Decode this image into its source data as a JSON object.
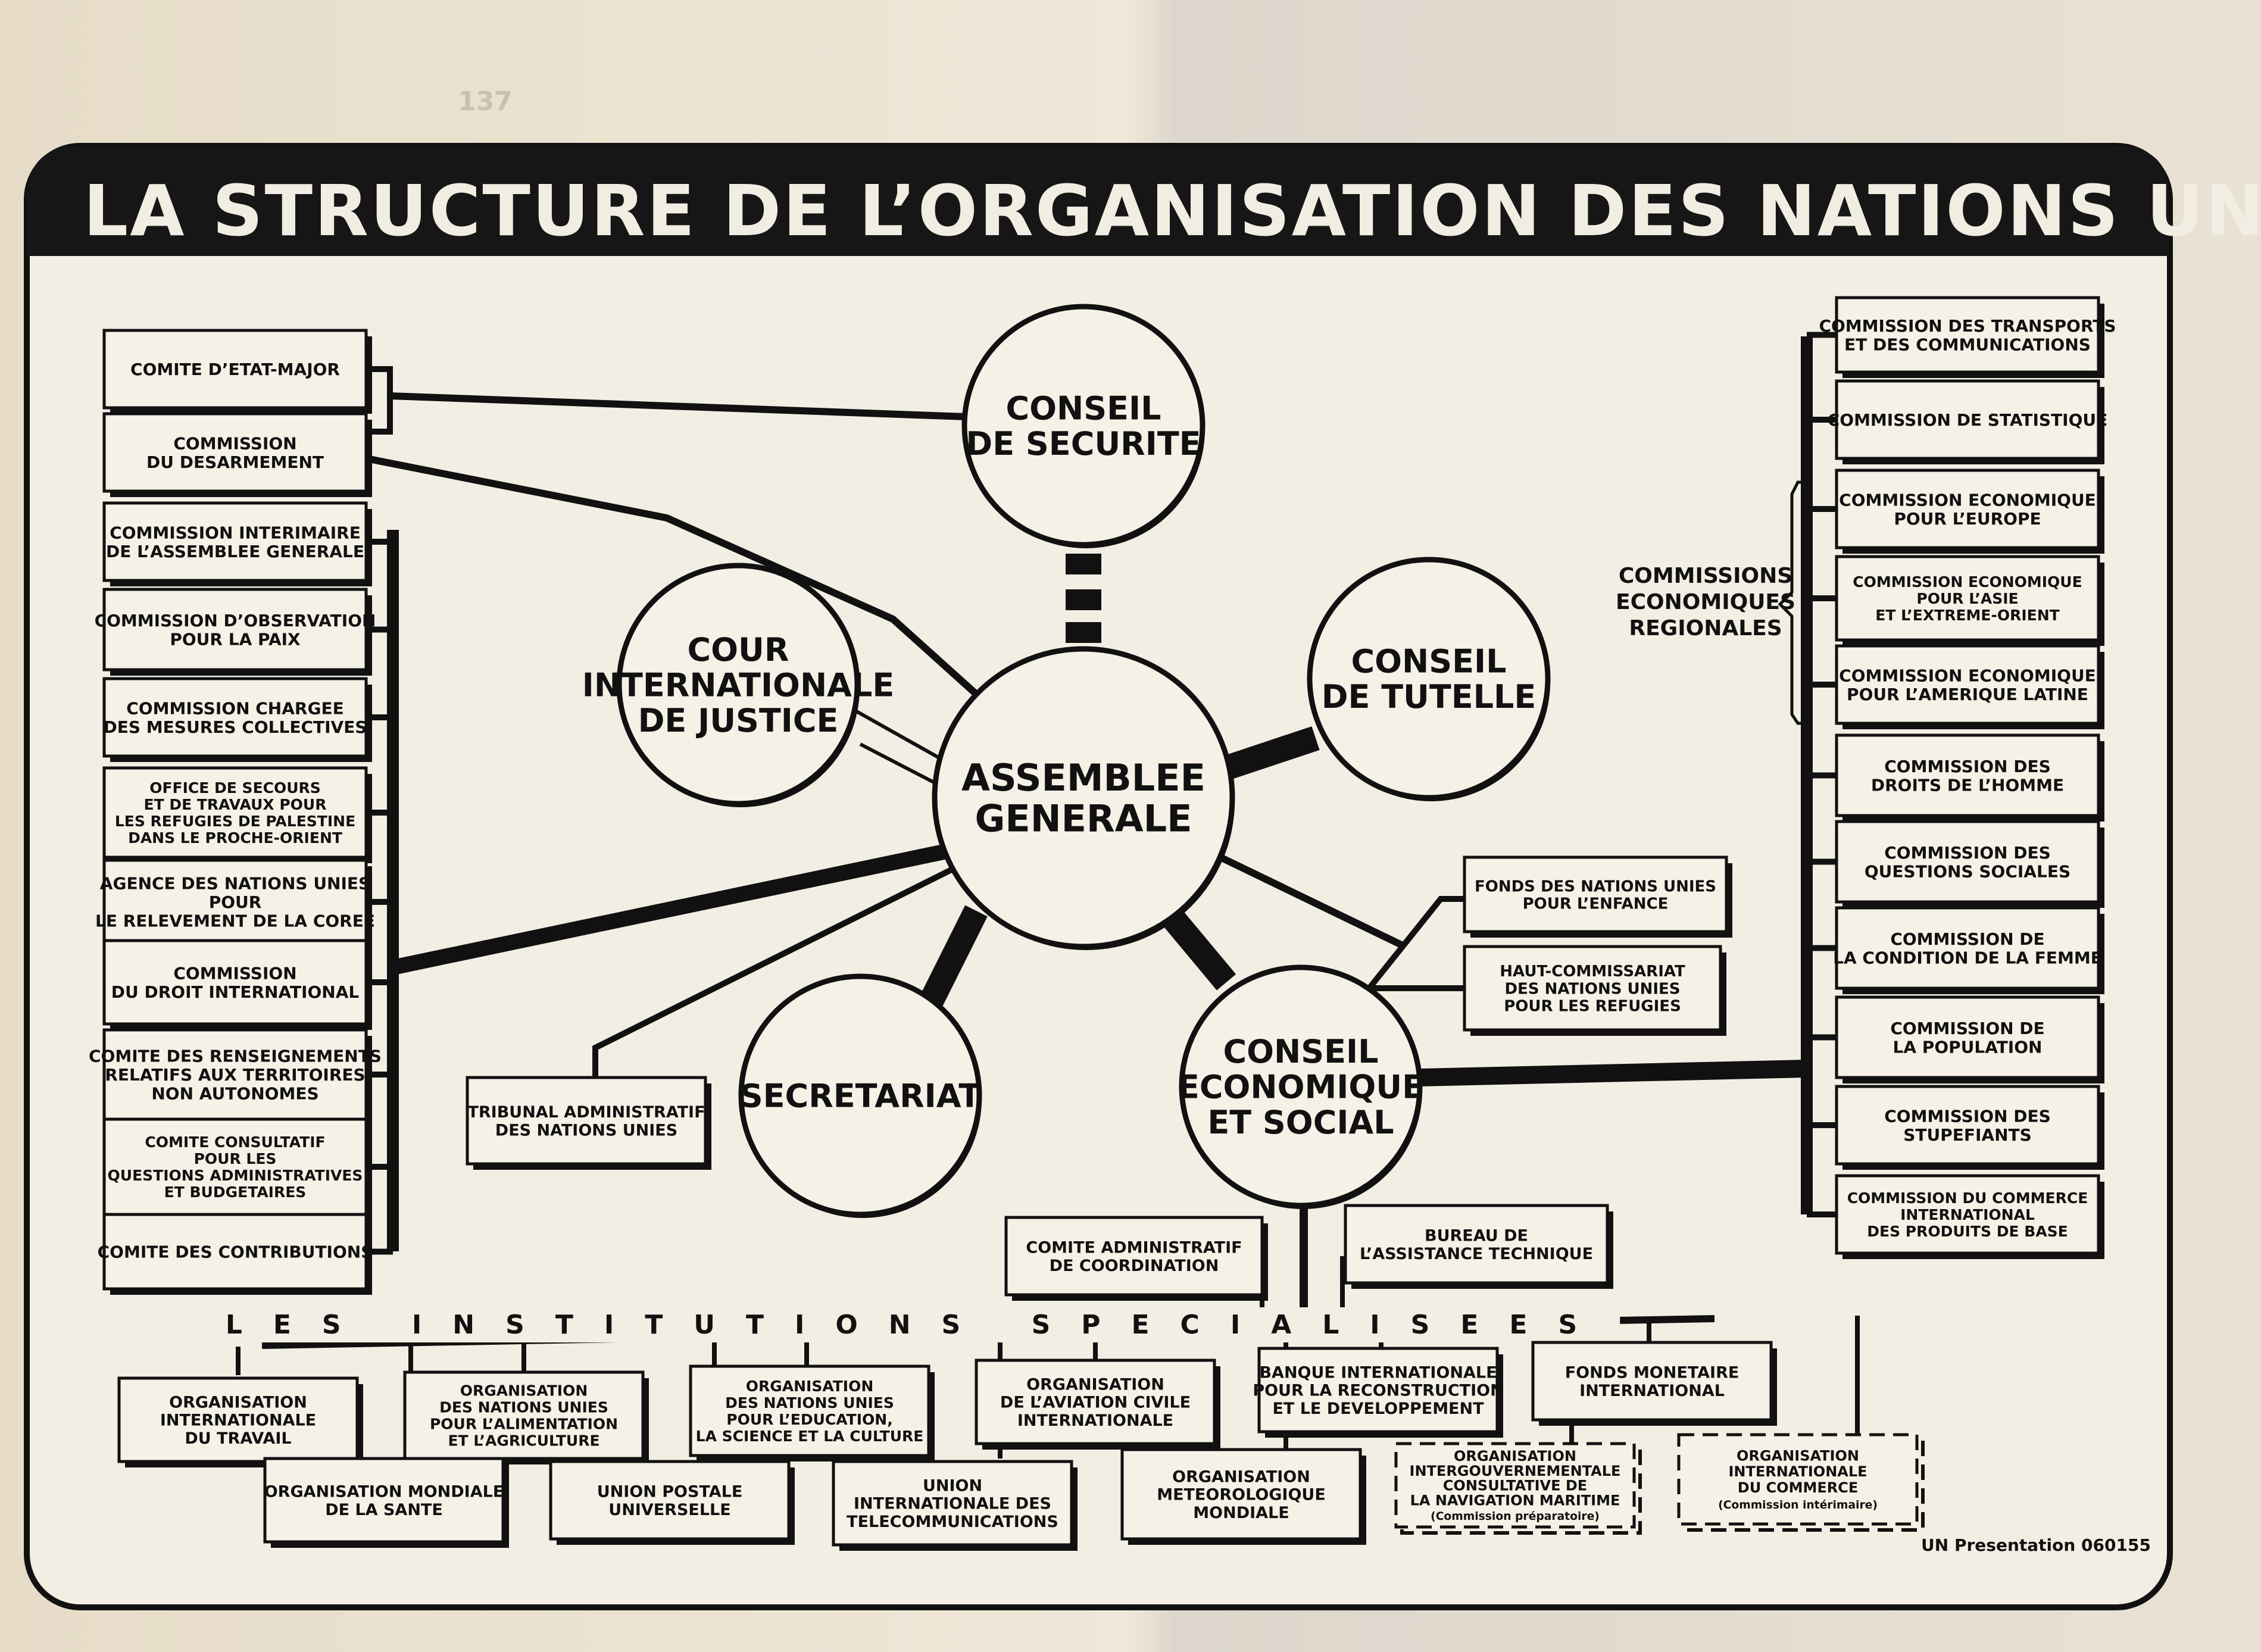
{
  "page_number": "137",
  "title": "LA STRUCTURE DE L’ORGANISATION DES NATIONS UNIES",
  "circles": {
    "assembly": [
      "ASSEMBLEE",
      "GENERALE"
    ],
    "security": [
      "CONSEIL",
      "DE SECURITE"
    ],
    "court": [
      "COUR",
      "INTERNATIONALE",
      "DE JUSTICE"
    ],
    "trusteeship": [
      "CONSEIL",
      "DE TUTELLE"
    ],
    "secretariat": [
      "SECRETARIAT"
    ],
    "ecosoc": [
      "CONSEIL",
      "ECONOMIQUE",
      "ET SOCIAL"
    ]
  },
  "left_boxes": [
    [
      "COMITE D’ETAT-MAJOR"
    ],
    [
      "COMMISSION",
      "DU DESARMEMENT"
    ],
    [
      "COMMISSION INTERIMAIRE",
      "DE L’ASSEMBLEE GENERALE"
    ],
    [
      "COMMISSION D’OBSERVATION",
      "POUR LA PAIX"
    ],
    [
      "COMMISSION CHARGEE",
      "DES MESURES COLLECTIVES"
    ],
    [
      "OFFICE DE SECOURS",
      "ET DE TRAVAUX POUR",
      "LES REFUGIES DE PALESTINE",
      "DANS LE PROCHE-ORIENT"
    ],
    [
      "AGENCE DES NATIONS UNIES",
      "POUR",
      "LE RELEVEMENT DE LA COREE"
    ],
    [
      "COMMISSION",
      "DU DROIT INTERNATIONAL"
    ],
    [
      "COMITE DES RENSEIGNEMENTS",
      "RELATIFS AUX TERRITOIRES",
      "NON AUTONOMES"
    ],
    [
      "COMITE CONSULTATIF",
      "POUR LES",
      "QUESTIONS ADMINISTRATIVES",
      "ET BUDGETAIRES"
    ],
    [
      "COMITE DES CONTRIBUTIONS"
    ]
  ],
  "right_boxes": [
    [
      "COMMISSION DES TRANSPORTS",
      "ET DES COMMUNICATIONS"
    ],
    [
      "COMMISSION DE STATISTIQUE"
    ],
    [
      "COMMISSION ECONOMIQUE",
      "POUR L’EUROPE"
    ],
    [
      "COMMISSION ECONOMIQUE",
      "POUR L’ASIE",
      "ET L’EXTREME-ORIENT"
    ],
    [
      "COMMISSION ECONOMIQUE",
      "POUR L’AMERIQUE LATINE"
    ],
    [
      "COMMISSION DES",
      "DROITS DE L’HOMME"
    ],
    [
      "COMMISSION DES",
      "QUESTIONS SOCIALES"
    ],
    [
      "COMMISSION DE",
      "LA CONDITION DE LA FEMME"
    ],
    [
      "COMMISSION DE",
      "LA POPULATION"
    ],
    [
      "COMMISSION DES",
      "STUPEFIANTS"
    ],
    [
      "COMMISSION DU COMMERCE",
      "INTERNATIONAL",
      "DES PRODUITS DE BASE"
    ]
  ],
  "regional_label": [
    "COMMISSIONS",
    "ECONOMIQUES",
    "REGIONALES"
  ],
  "middle_boxes": {
    "unicef": [
      "FONDS DES NATIONS UNIES",
      "POUR L’ENFANCE"
    ],
    "unhcr": [
      "HAUT-COMMISSARIAT",
      "DES NATIONS UNIES",
      "POUR LES REFUGIES"
    ],
    "tribunal": [
      "TRIBUNAL ADMINISTRATIF",
      "DES NATIONS UNIES"
    ],
    "acc": [
      "COMITE ADMINISTRATIF",
      "DE COORDINATION"
    ],
    "tab": [
      "BUREAU DE",
      "L’ASSISTANCE TECHNIQUE"
    ]
  },
  "specialized_title": "LES INSTITUTIONS SPECIALISEES",
  "agencies_top": [
    [
      "ORGANISATION",
      "INTERNATIONALE",
      "DU TRAVAIL"
    ],
    [
      "ORGANISATION",
      "DES NATIONS UNIES",
      "POUR L’ALIMENTATION",
      "ET L’AGRICULTURE"
    ],
    [
      "ORGANISATION",
      "DES NATIONS UNIES",
      "POUR L’EDUCATION,",
      "LA SCIENCE ET LA CULTURE"
    ],
    [
      "ORGANISATION",
      "DE L’AVIATION CIVILE",
      "INTERNATIONALE"
    ],
    [
      "BANQUE INTERNATIONALE",
      "POUR LA RECONSTRUCTION",
      "ET LE DEVELOPPEMENT"
    ],
    [
      "FONDS MONETAIRE",
      "INTERNATIONAL"
    ]
  ],
  "agencies_bottom": [
    [
      "ORGANISATION MONDIALE",
      "DE LA SANTE"
    ],
    [
      "UNION POSTALE",
      "UNIVERSELLE"
    ],
    [
      "UNION",
      "INTERNATIONALE DES",
      "TELECOMMUNICATIONS"
    ],
    [
      "ORGANISATION",
      "METEOROLOGIQUE",
      "MONDIALE"
    ],
    [
      "ORGANISATION",
      "INTERGOUVERNEMENTALE",
      "CONSULTATIVE DE",
      "LA NAVIGATION MARITIME",
      "(Commission préparatoire)"
    ],
    [
      "ORGANISATION",
      "INTERNATIONALE",
      "DU COMMERCE",
      "(Commission intérimaire)"
    ]
  ],
  "credit": "UN Presentation 060155"
}
